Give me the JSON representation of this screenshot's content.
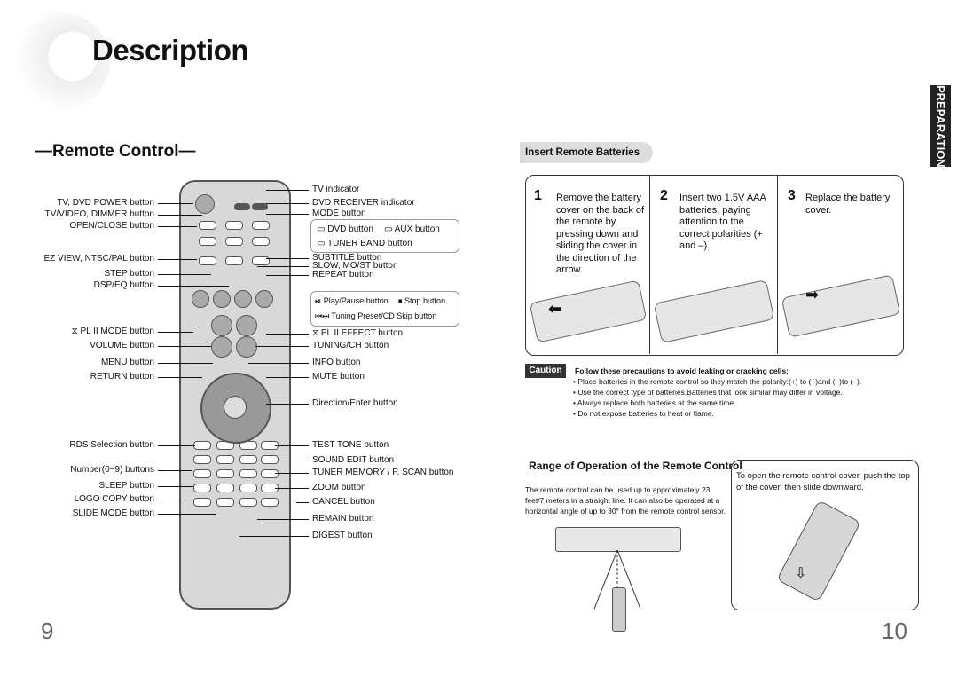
{
  "page": {
    "title": "Description",
    "section_title": "Remote Control",
    "side_tab": "PREPARATION",
    "page_left": "9",
    "page_right": "10"
  },
  "left_labels": [
    "TV, DVD POWER button",
    "TV/VIDEO, DIMMER button",
    "OPEN/CLOSE button",
    "EZ VIEW, NTSC/PAL button",
    "STEP button",
    "DSP/EQ button",
    "PL II MODE button",
    "VOLUME button",
    "MENU button",
    "RETURN button",
    "RDS Selection button",
    "Number(0~9) buttons",
    "SLEEP button",
    "LOGO COPY button",
    "SLIDE MODE button"
  ],
  "right_labels": [
    "TV indicator",
    "DVD RECEIVER indicator",
    "MODE button",
    "SUBTITLE button",
    "SLOW, MO/ST button",
    "REPEAT button",
    "PL II EFFECT button",
    "TUNING/CH button",
    "INFO button",
    "MUTE button",
    "Direction/Enter button",
    "TEST TONE button",
    "SOUND EDIT button",
    "TUNER MEMORY / P. SCAN button",
    "ZOOM button",
    "CANCEL button",
    "REMAIN button",
    "DIGEST button"
  ],
  "inset1": {
    "dvd": "DVD button",
    "aux": "AUX button",
    "tuner": "TUNER BAND button"
  },
  "inset2": {
    "play": "Play/Pause button",
    "stop": "Stop button",
    "tuning": "Tuning Preset/CD Skip button"
  },
  "batteries": {
    "tab": "Insert Remote Batteries",
    "steps": [
      {
        "num": "1",
        "text": "Remove the battery cover on the back of the remote by pressing down and sliding the cover in the direction of the arrow."
      },
      {
        "num": "2",
        "text": "Insert two 1.5V AAA batteries, paying attention to the correct polarities (+ and –)."
      },
      {
        "num": "3",
        "text": "Replace the battery cover."
      }
    ]
  },
  "caution": {
    "label": "Caution",
    "heading": "Follow these precautions to avoid leaking or cracking cells:",
    "bullets": [
      "Place batteries in the remote control so they match the polarity:(+) to (+)and (–)to (–).",
      "Use the correct type of batteries.Batteries that look similar may differ in voltage.",
      "Always replace both batteries at the same time.",
      "Do not expose batteries to heat or flame."
    ]
  },
  "range": {
    "title": "Range of Operation of the Remote Control",
    "text": "The remote control can be used up to approximately 23 feet/7 meters in a straight line. It can also be operated at a horizontal angle of up to 30° from the remote control sensor.",
    "box_text": "To open the remote control cover, push the top of the cover, then slide downward."
  }
}
